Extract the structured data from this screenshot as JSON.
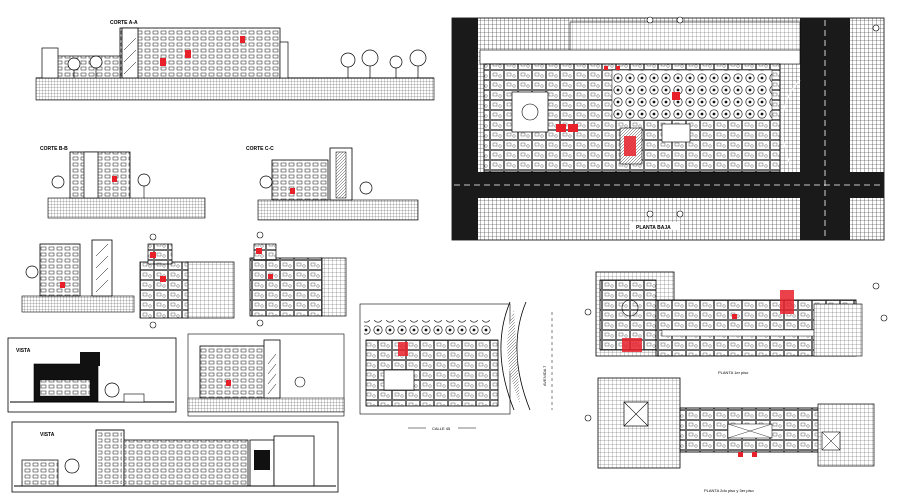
{
  "labels": {
    "corte_aa": "CORTE A-A",
    "corte_bb": "CORTE B-B",
    "corte_cc": "CORTE C-C",
    "vista_1": "VISTA",
    "vista_2": "VISTA",
    "planta_baja": "PLANTA BAJA",
    "planta_1er_piso": "PLANTA 1er piso",
    "planta_2do_3er": "PLANTA 2do piso y 3er piso",
    "calle": "CALLE 45",
    "avenida": "AVENIDA 7"
  },
  "colors": {
    "line": "#000000",
    "accent": "#e8202a",
    "ground": "#9a9a9a",
    "road": "#1a1a1a"
  }
}
